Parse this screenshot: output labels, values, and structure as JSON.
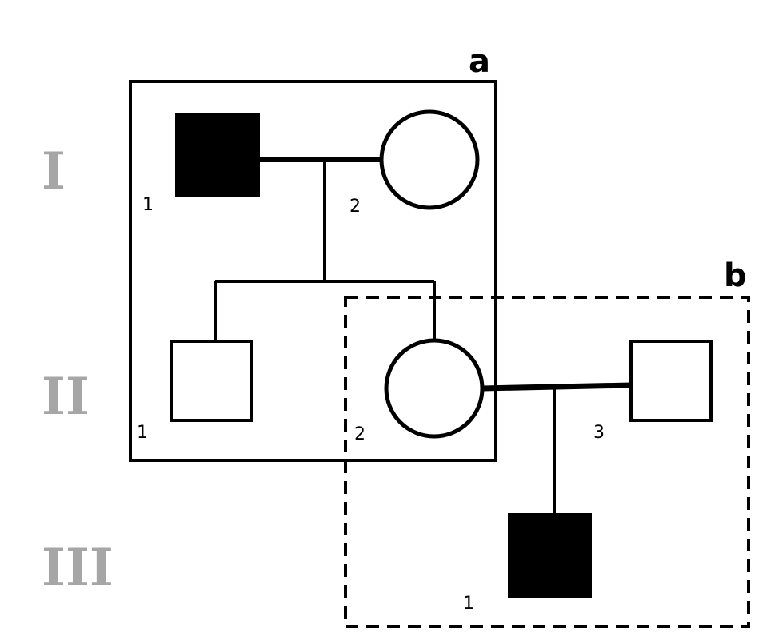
{
  "generations": [
    "I",
    "II",
    "III"
  ],
  "box_labels": {
    "a": "a",
    "b": "b"
  },
  "individuals": {
    "I_1": {
      "number": "1",
      "sex": "male",
      "affected": true
    },
    "I_2": {
      "number": "2",
      "sex": "female",
      "affected": false
    },
    "II_1": {
      "number": "1",
      "sex": "male",
      "affected": false
    },
    "II_2": {
      "number": "2",
      "sex": "female",
      "affected": false
    },
    "II_3": {
      "number": "3",
      "sex": "male",
      "affected": false
    },
    "III_1": {
      "number": "1",
      "sex": "male",
      "affected": true
    }
  },
  "colors": {
    "affected_fill": "#000000",
    "unaffected_fill": "#ffffff",
    "line": "#000000",
    "generation_label": "#a6a6a6"
  }
}
